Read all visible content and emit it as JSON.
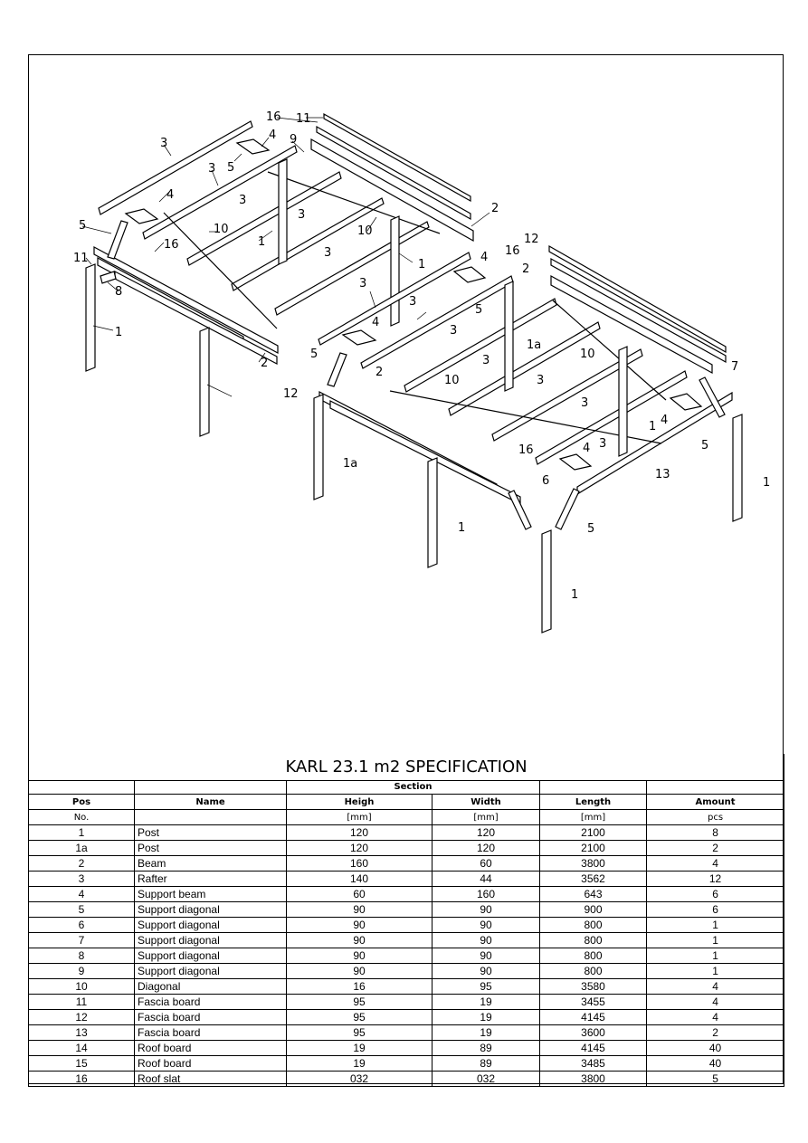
{
  "title": "KARL 23.1 m2 SPECIFICATION",
  "section_header": "Section",
  "columns": {
    "pos": "Pos",
    "name": "Name",
    "height": "Heigh",
    "width": "Width",
    "length": "Length",
    "amount": "Amount"
  },
  "units": {
    "pos": "No.",
    "height": "[mm]",
    "width": "[mm]",
    "length": "[mm]",
    "amount": "pcs"
  },
  "rows": [
    {
      "pos": "1",
      "name": "Post",
      "height": "120",
      "width": "120",
      "length": "2100",
      "amount": "8"
    },
    {
      "pos": "1a",
      "name": "Post",
      "height": "120",
      "width": "120",
      "length": "2100",
      "amount": "2"
    },
    {
      "pos": "2",
      "name": "Beam",
      "height": "160",
      "width": "60",
      "length": "3800",
      "amount": "4"
    },
    {
      "pos": "3",
      "name": "Rafter",
      "height": "140",
      "width": "44",
      "length": "3562",
      "amount": "12"
    },
    {
      "pos": "4",
      "name": "Support beam",
      "height": "60",
      "width": "160",
      "length": "643",
      "amount": "6"
    },
    {
      "pos": "5",
      "name": "Support diagonal",
      "height": "90",
      "width": "90",
      "length": "900",
      "amount": "6"
    },
    {
      "pos": "6",
      "name": "Support diagonal",
      "height": "90",
      "width": "90",
      "length": "800",
      "amount": "1"
    },
    {
      "pos": "7",
      "name": "Support diagonal",
      "height": "90",
      "width": "90",
      "length": "800",
      "amount": "1"
    },
    {
      "pos": "8",
      "name": "Support diagonal",
      "height": "90",
      "width": "90",
      "length": "800",
      "amount": "1"
    },
    {
      "pos": "9",
      "name": "Support diagonal",
      "height": "90",
      "width": "90",
      "length": "800",
      "amount": "1"
    },
    {
      "pos": "10",
      "name": "Diagonal",
      "height": "16",
      "width": "95",
      "length": "3580",
      "amount": "4"
    },
    {
      "pos": "11",
      "name": "Fascia board",
      "height": "95",
      "width": "19",
      "length": "3455",
      "amount": "4"
    },
    {
      "pos": "12",
      "name": "Fascia board",
      "height": "95",
      "width": "19",
      "length": "4145",
      "amount": "4"
    },
    {
      "pos": "13",
      "name": "Fascia board",
      "height": "95",
      "width": "19",
      "length": "3600",
      "amount": "2"
    },
    {
      "pos": "14",
      "name": "Roof board",
      "height": "19",
      "width": "89",
      "length": "4145",
      "amount": "40"
    },
    {
      "pos": "15",
      "name": "Roof board",
      "height": "19",
      "width": "89",
      "length": "3485",
      "amount": "40"
    },
    {
      "pos": "16",
      "name": "Roof slat",
      "height": "032",
      "width": "032",
      "length": "3800",
      "amount": "5"
    }
  ],
  "callouts": {
    "a1": "3",
    "a2": "16",
    "a3": "11",
    "a4": "4",
    "a5": "9",
    "a6": "5",
    "a7": "3",
    "a8": "4",
    "a9": "3",
    "a10": "2",
    "a11": "5",
    "a12": "10",
    "a13": "3",
    "a14": "10",
    "a15": "16",
    "a16": "11",
    "a17": "1",
    "a18": "3",
    "a19": "8",
    "a20": "1",
    "a21": "2",
    "a22": "1",
    "a23": "4",
    "a24": "3",
    "a25": "5",
    "a26": "3",
    "a27": "5",
    "a28": "4",
    "a29": "12",
    "a30": "2",
    "a31": "12",
    "a32": "16",
    "a33": "2",
    "a34": "3",
    "a35": "1a",
    "a36": "3",
    "a37": "10",
    "a38": "10",
    "a39": "3",
    "a40": "7",
    "a41": "1a",
    "a42": "3",
    "a43": "1",
    "a44": "4",
    "a45": "16",
    "a46": "4",
    "a47": "3",
    "a48": "5",
    "a49": "6",
    "a50": "13",
    "a51": "1",
    "a52": "5",
    "a53": "1",
    "a54": "1"
  }
}
